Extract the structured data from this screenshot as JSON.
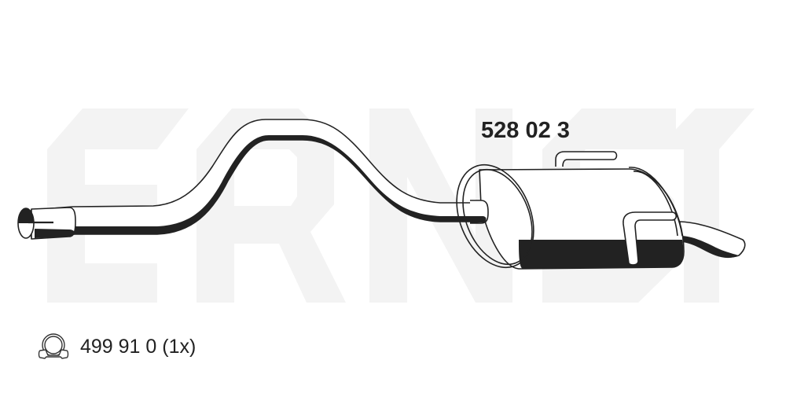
{
  "watermark": {
    "text": "ERNST",
    "color": "#f3f3f3"
  },
  "product": {
    "part_number": "528 02 3",
    "type": "rear-silencer-with-pipe"
  },
  "accessories": [
    {
      "icon": "clamp-icon",
      "label": "499 91 0 (1x)"
    }
  ],
  "colors": {
    "line": "#222222",
    "shade": "#222222",
    "background": "#ffffff"
  }
}
